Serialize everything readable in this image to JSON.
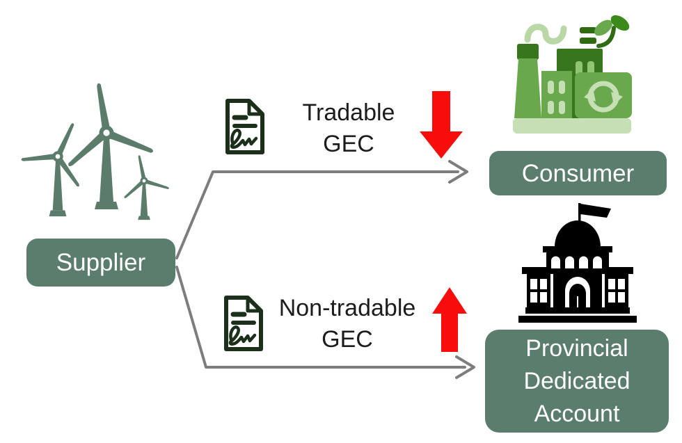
{
  "diagram_title": "",
  "boxes": {
    "supplier": {
      "label": "Supplier"
    },
    "consumer": {
      "label": "Consumer"
    },
    "provincial": {
      "lines": [
        "Provincial",
        "Dedicated",
        "Account"
      ]
    }
  },
  "flows": {
    "tradable": {
      "lines": [
        "Tradable",
        "GEC"
      ]
    },
    "nontradable": {
      "lines": [
        "Non-tradable",
        "GEC"
      ]
    }
  },
  "icons": {
    "supplier_icon": "wind-turbines-icon",
    "tradable_certificate_icon": "certificate-document-icon",
    "nontradable_certificate_icon": "certificate-document-icon",
    "tradable_price_icon": "red-arrow-down-icon",
    "nontradable_price_icon": "red-arrow-up-icon",
    "consumer_icon": "green-factory-recycle-icon",
    "provincial_icon": "government-building-icon",
    "connector_top": "gray-arrow-supplier-to-consumer",
    "connector_bottom": "gray-arrow-supplier-to-provincial-account"
  },
  "colors": {
    "node_green": "#5b7d6d",
    "turbine_green": "#5b7c6b",
    "certificate_dark_green": "#1c2f1b",
    "indicator_red": "#f80c0c",
    "connector_gray": "#7d7d7d",
    "factory_light_green": "#c6dfb5",
    "factory_mid_green": "#6aa84e",
    "factory_dark_green": "#38761d",
    "building_black": "#000000",
    "label_text": "#1c1c1c",
    "node_text": "#ffffff",
    "background": "#ffffff"
  }
}
